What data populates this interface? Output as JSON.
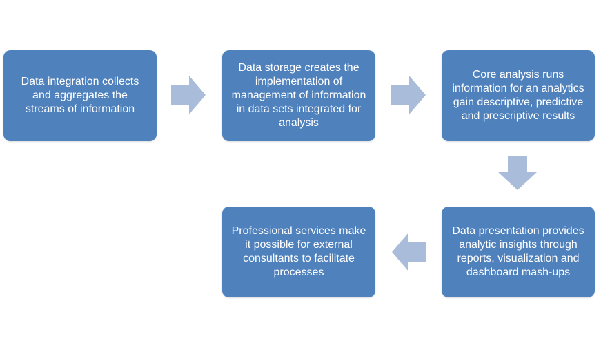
{
  "colors": {
    "box_fill": "#4f81bd",
    "box_text": "#ffffff",
    "arrow_fill": "#a9bcd9"
  },
  "steps": [
    {
      "text": "Data integration collects and aggregates the streams of information"
    },
    {
      "text": "Data storage creates the implementation of management of information in data sets integrated for analysis"
    },
    {
      "text": "Core analysis runs information for an analytics gain descriptive, predictive and prescriptive results"
    },
    {
      "text": "Data presentation provides analytic insights through reports, visualization and dashboard mash-ups"
    },
    {
      "text": "Professional services make it possible for external consultants to facilitate processes"
    }
  ],
  "arrows": [
    {
      "direction": "right",
      "icon": "arrow-right-icon"
    },
    {
      "direction": "right",
      "icon": "arrow-right-icon"
    },
    {
      "direction": "down",
      "icon": "arrow-down-icon"
    },
    {
      "direction": "left",
      "icon": "arrow-left-icon"
    }
  ]
}
